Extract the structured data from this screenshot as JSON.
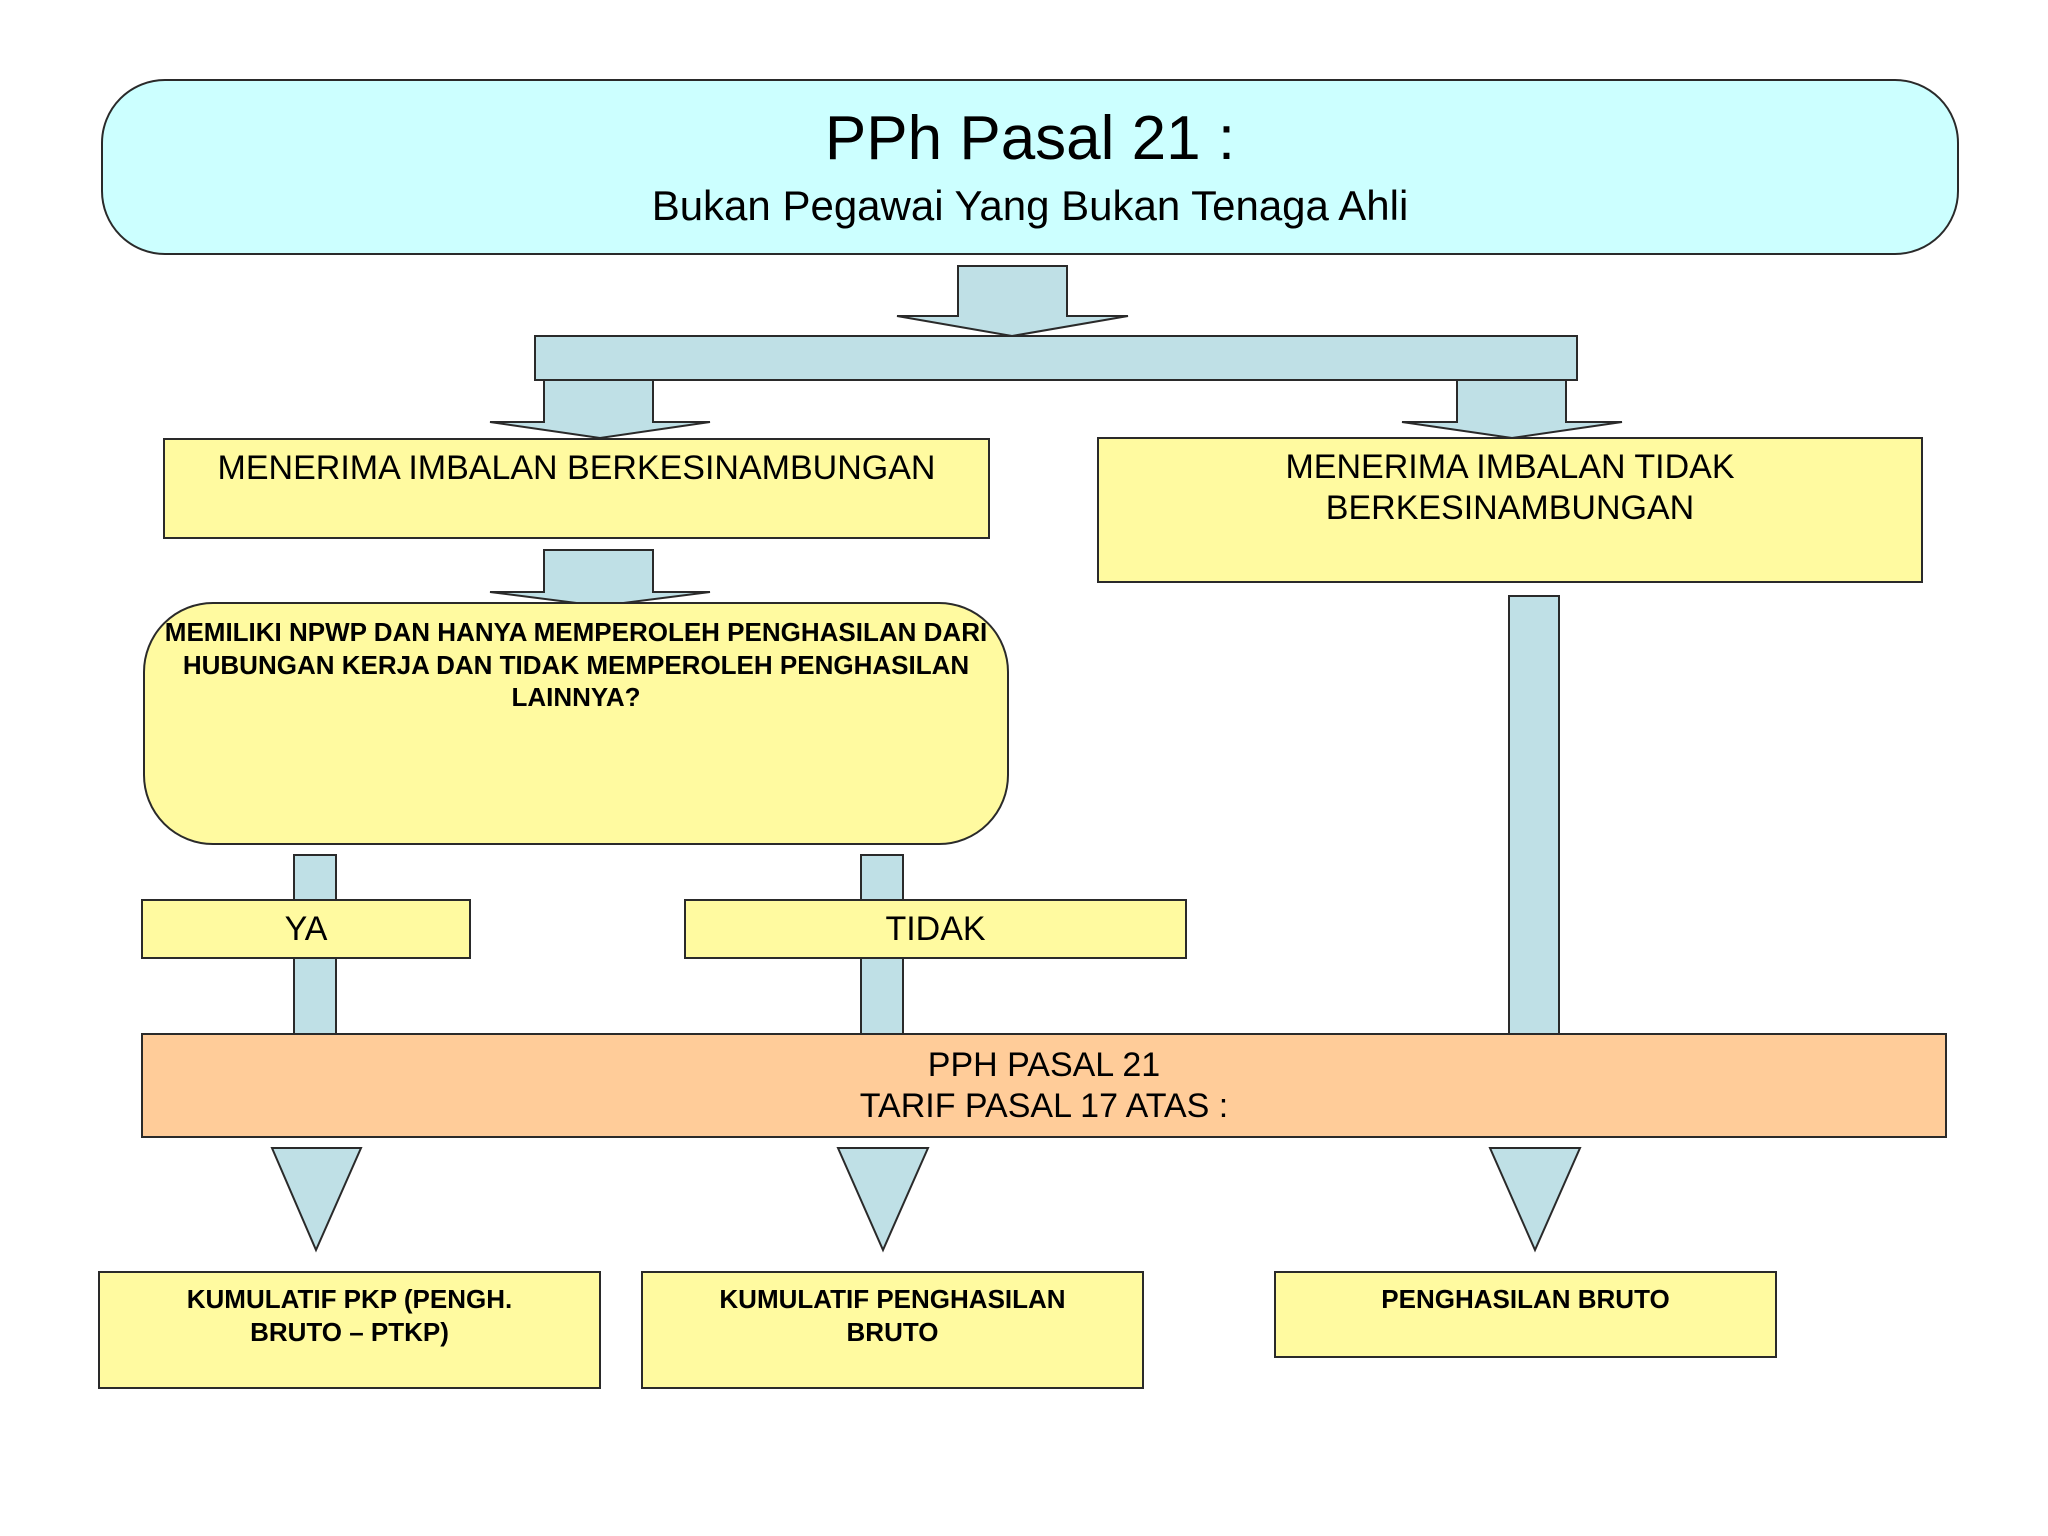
{
  "title": {
    "main": "PPh Pasal 21 :",
    "sub": "Bukan Pegawai Yang Bukan Tenaga Ahli"
  },
  "branches": {
    "left_label": "MENERIMA IMBALAN BERKESINAMBUNGAN",
    "right_label": "MENERIMA IMBALAN TIDAK BERKESINAMBUNGAN"
  },
  "question": "MEMILIKI NPWP DAN HANYA MEMPEROLEH PENGHASILAN DARI HUBUNGAN KERJA DAN TIDAK MEMPEROLEH PENGHASILAN LAINNYA?",
  "answers": {
    "yes": "YA",
    "no": "TIDAK"
  },
  "result": {
    "line1": "PPH PASAL 21",
    "line2": "TARIF PASAL 17 ATAS :"
  },
  "outcomes": {
    "yes": "KUMULATIF PKP (PENGH. BRUTO – PTKP)",
    "no": "KUMULATIF PENGHASILAN BRUTO",
    "non_continuous": "PENGHASILAN BRUTO"
  },
  "colors": {
    "title_fill": "#ccffff",
    "box_fill": "#fffaa0",
    "result_fill": "#ffcc99",
    "arrow_fill": "#bfe0e6"
  }
}
